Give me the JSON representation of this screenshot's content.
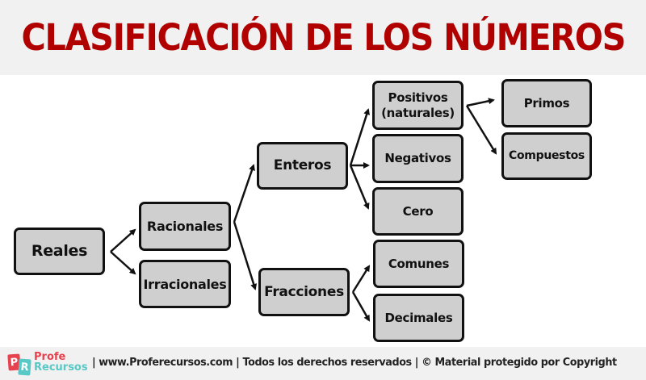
{
  "header": {
    "title": "CLASIFICACIÓN DE LOS NÚMEROS",
    "title_color": "#b10000",
    "background": "#f1f1f1"
  },
  "diagram": {
    "node_fill": "#cfcfcf",
    "node_border": "#111111",
    "nodes": {
      "reales": "Reales",
      "racionales": "Racionales",
      "irracionales": "Irracionales",
      "enteros": "Enteros",
      "fracciones": "Fracciones",
      "positivos": "Positivos (naturales)",
      "positivos_line1": "Positivos",
      "positivos_line2": "(naturales)",
      "negativos": "Negativos",
      "cero": "Cero",
      "comunes": "Comunes",
      "decimales": "Decimales",
      "primos": "Primos",
      "compuestos": "Compuestos"
    },
    "edges": [
      [
        "Reales",
        "Racionales"
      ],
      [
        "Reales",
        "Irracionales"
      ],
      [
        "Racionales",
        "Enteros"
      ],
      [
        "Racionales",
        "Fracciones"
      ],
      [
        "Enteros",
        "Positivos (naturales)"
      ],
      [
        "Enteros",
        "Negativos"
      ],
      [
        "Enteros",
        "Cero"
      ],
      [
        "Fracciones",
        "Comunes"
      ],
      [
        "Fracciones",
        "Decimales"
      ],
      [
        "Positivos (naturales)",
        "Primos"
      ],
      [
        "Positivos (naturales)",
        "Compuestos"
      ]
    ]
  },
  "footer": {
    "logo_p": "P",
    "logo_r": "R",
    "brand_line1": "Profe",
    "brand_line2": "Recursos",
    "text": "| www.Proferecursos.com | Todos los derechos reservados | © Material protegido por Copyright",
    "brand_red": "#e7434f",
    "brand_teal": "#58c9c6"
  }
}
